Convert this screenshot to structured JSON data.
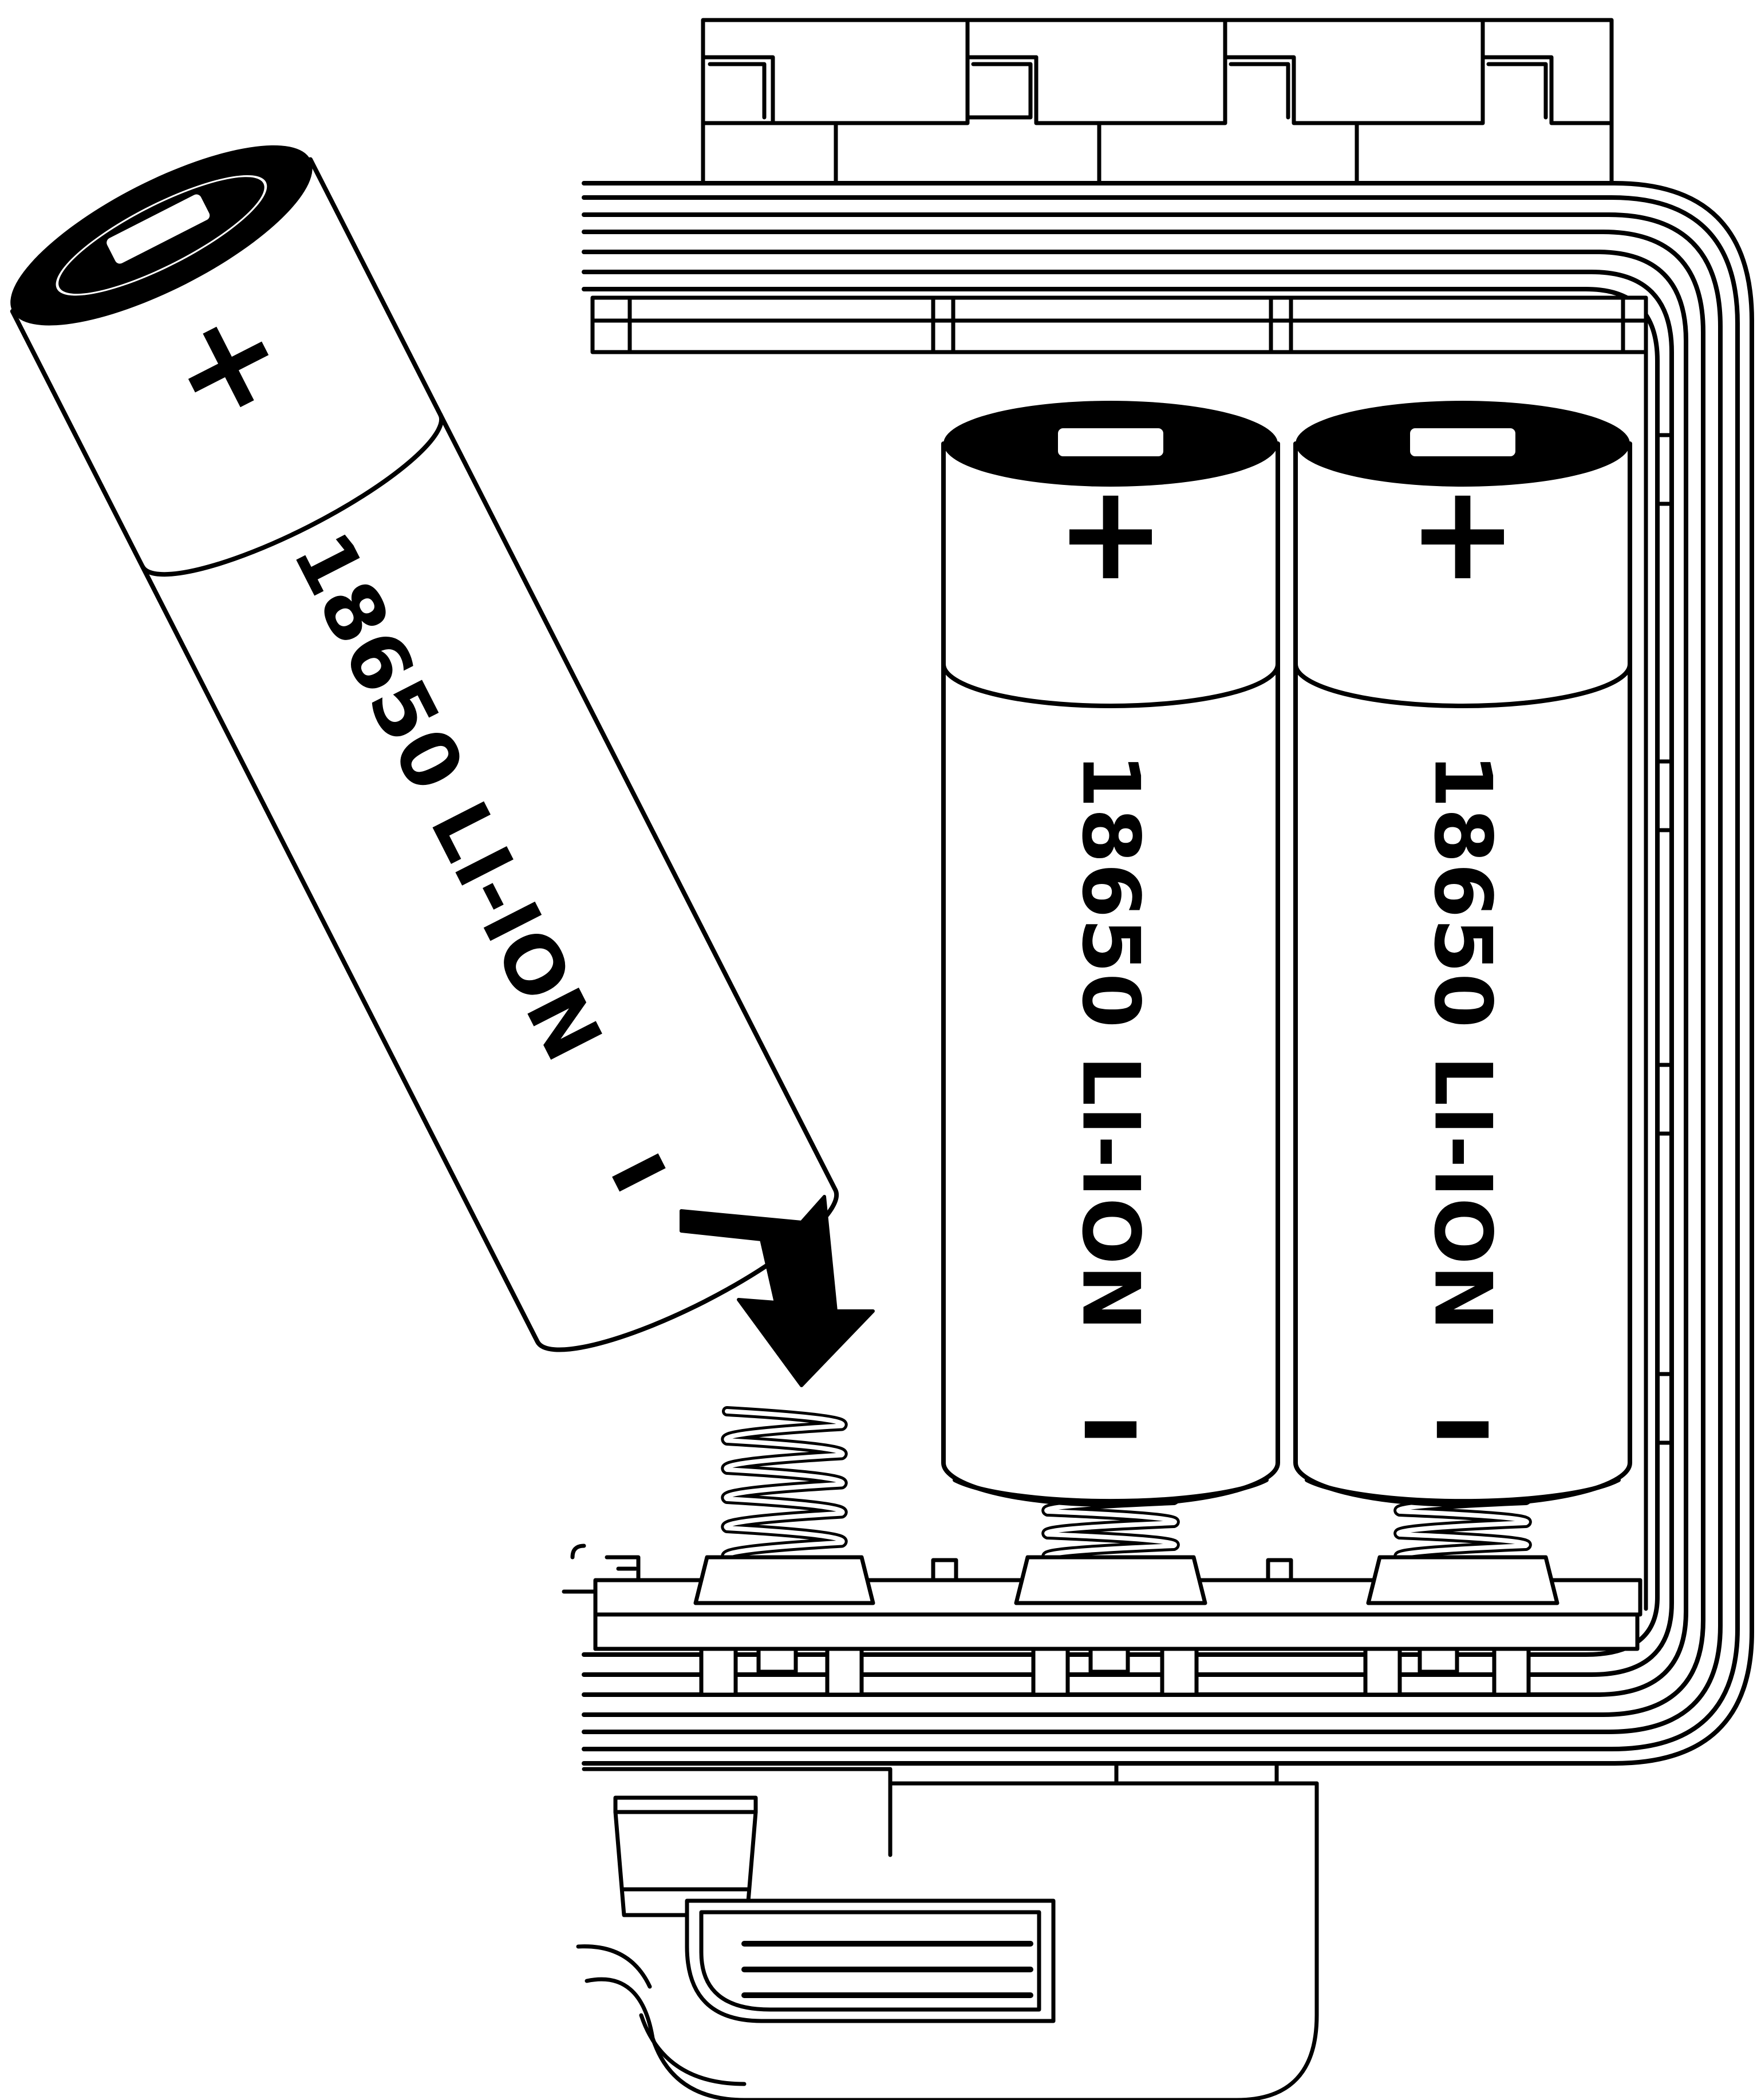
{
  "figure": {
    "colors": {
      "ink": "#000000",
      "paper": "#ffffff"
    },
    "batteries": [
      {
        "id": "loose",
        "label": "18650 LI-ION",
        "positive": "+",
        "negative": "–"
      },
      {
        "id": "installed-1",
        "label": "18650 LI-ION",
        "positive": "+",
        "negative": "–"
      },
      {
        "id": "installed-2",
        "label": "18650 LI-ION",
        "positive": "+",
        "negative": "–"
      }
    ],
    "indicator": {
      "icon": "insert-arrow-icon"
    }
  }
}
